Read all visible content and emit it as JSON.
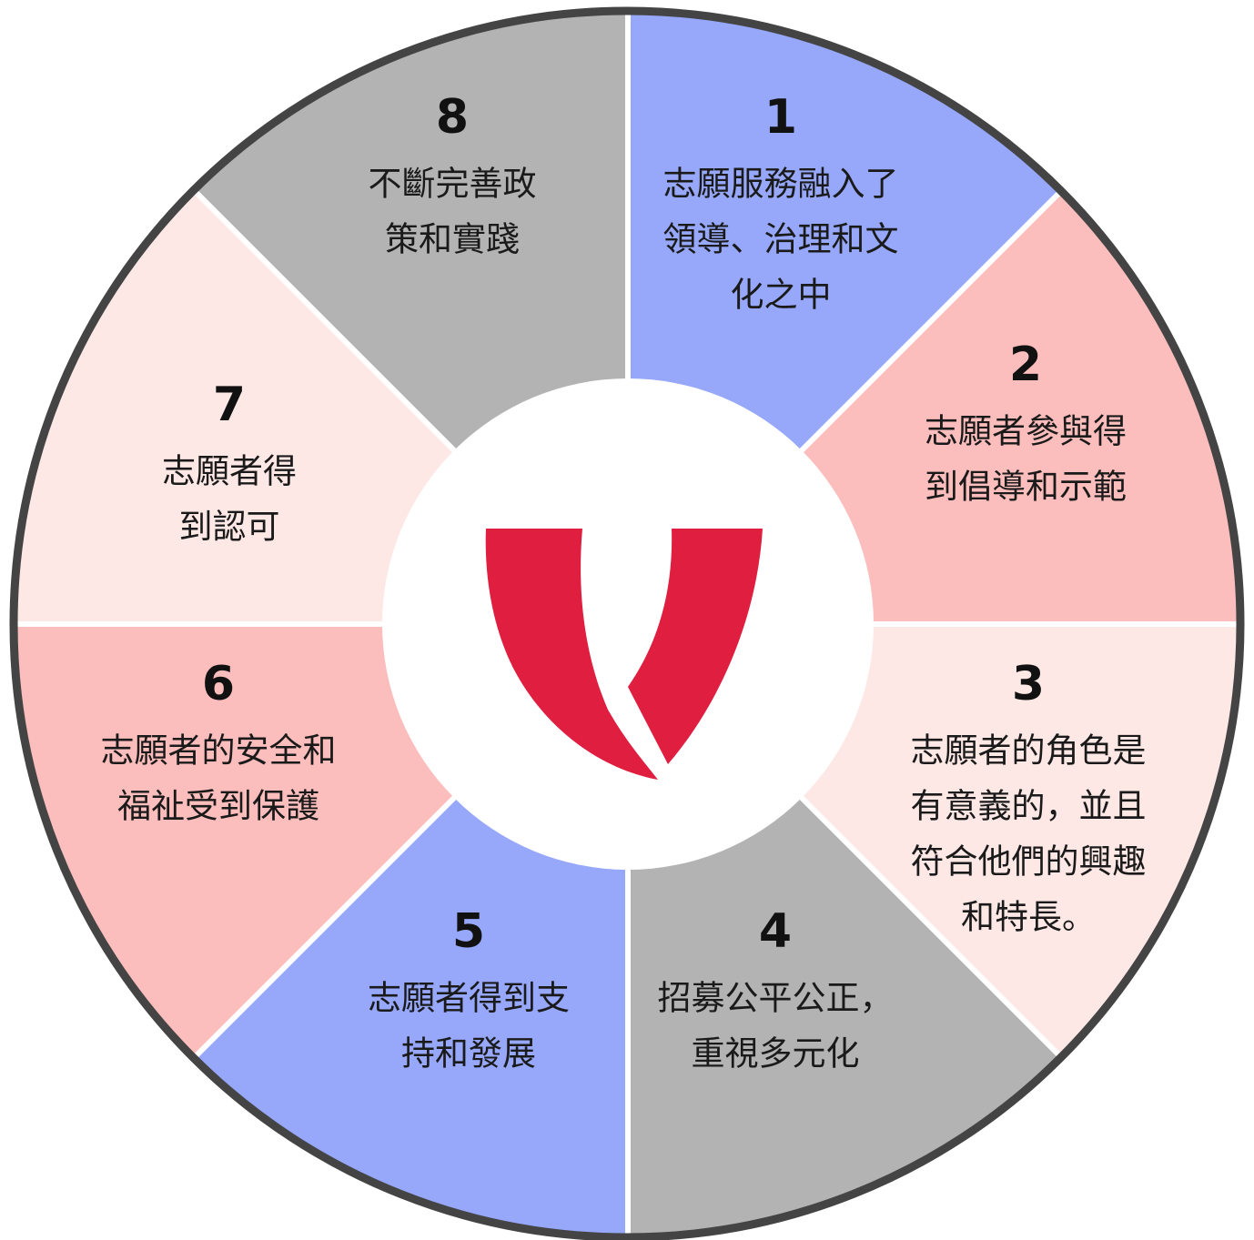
{
  "colors": {
    "blue": "#97a8fb",
    "pink": "#fcbebd",
    "light_pink": "#fee8e6",
    "gray": "#b3b3b3",
    "outline": "#444444",
    "divider": "#ffffff",
    "center": "#ffffff",
    "logo_red": "#e01e3f"
  },
  "logo": {
    "icon": "volunteer-v-logo-icon"
  },
  "segments": [
    {
      "number": "1",
      "lines": [
        "志願服務融入了",
        "領導、治理和文",
        "化之中"
      ],
      "color": "blue"
    },
    {
      "number": "2",
      "lines": [
        "志願者參與得",
        "到倡導和示範"
      ],
      "color": "pink"
    },
    {
      "number": "3",
      "lines": [
        "志願者的角色是",
        "有意義的，並且",
        "符合他們的興趣",
        "和特長。"
      ],
      "color": "light_pink"
    },
    {
      "number": "4",
      "lines": [
        "招募公平公正，",
        "重視多元化"
      ],
      "color": "gray"
    },
    {
      "number": "5",
      "lines": [
        "志願者得到支",
        "持和發展"
      ],
      "color": "blue"
    },
    {
      "number": "6",
      "lines": [
        "志願者的安全和",
        "福祉受到保護"
      ],
      "color": "pink"
    },
    {
      "number": "7",
      "lines": [
        "志願者得",
        "到認可"
      ],
      "color": "light_pink"
    },
    {
      "number": "8",
      "lines": [
        "不斷完善政",
        "策和實踐"
      ],
      "color": "gray"
    }
  ]
}
